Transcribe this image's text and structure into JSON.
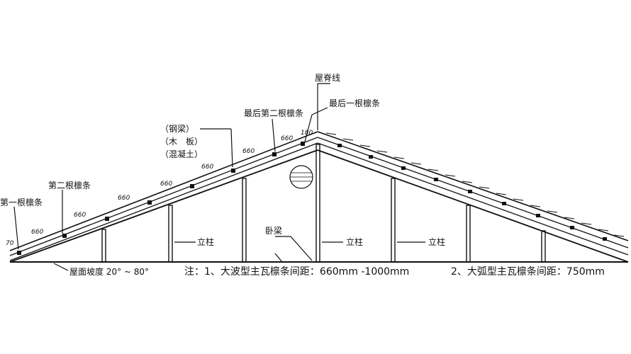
{
  "labels": {
    "ridge_line": "屋脊线",
    "last_second_purlin": "最后第二根檩条",
    "last_purlin": "最后一根檩条",
    "steel_beam": "（钢梁）",
    "wood_board": "（木　板）",
    "concrete": "（混凝土）",
    "second_purlin": "第二根檩条",
    "first_purlin": "第一根檩条",
    "post_1": "立柱",
    "post_2": "立柱",
    "post_3": "立柱",
    "horizontal_beam": "卧梁",
    "roof_slope": "屋面坡度 20° ~ 80°"
  },
  "spacing": {
    "first": "70",
    "regular": "660",
    "last": "180"
  },
  "notes": {
    "note1": "注：1、大波型主瓦檩条间距：660mm -1000mm",
    "note2": "2、大弧型主瓦檩条间距：750mm"
  }
}
